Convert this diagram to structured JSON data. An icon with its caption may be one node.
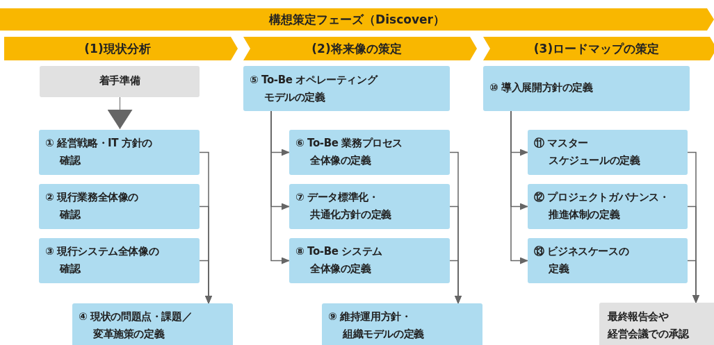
{
  "diagram": {
    "nodes": [
      {
        "text": [
          "構想策定フェーズ（Discover）"
        ]
      },
      {
        "text": [
          "(1)現状分析"
        ]
      },
      {
        "text": [
          "(2)将来像の策定"
        ]
      },
      {
        "text": [
          "(3)ロードマップの策定"
        ]
      },
      {
        "text": [
          "着手準備"
        ]
      },
      {
        "text": [
          "① 経営戦略・IT 方針の確認"
        ]
      },
      {
        "text": [
          "② 現行業務全体像の確認"
        ]
      },
      {
        "text": [
          "③ 現行システム全体像の確認"
        ]
      },
      {
        "text": [
          "④ 現状の問題点・課題／変革施策の定義"
        ]
      },
      {
        "text": [
          "⑤ To-Be オペレーティングモデルの定義"
        ]
      },
      {
        "text": [
          "⑥ To-Be 業務プロセス全体像の定義"
        ]
      },
      {
        "text": [
          "⑦ データ標準化・共通化方針の定義"
        ]
      },
      {
        "text": [
          "⑧ To-Be システム全体像の定義"
        ]
      },
      {
        "text": [
          "⑨ 維持運用方針・組織モデルの定義"
        ]
      },
      {
        "text": [
          "⑩ 導入展開方針の定義"
        ]
      },
      {
        "text": [
          "⑪ マスタースケジュールの定義"
        ]
      },
      {
        "text": [
          "⑫ プロジェクトガバナンス・推進体制の定義"
        ]
      },
      {
        "text": [
          "⑬ ビジネスケースの定義"
        ]
      },
      {
        "text": [
          "最終報告会や経営会議での承認"
        ]
      }
    ],
    "edges": [
      {
        "from": 4,
        "to": 5,
        "arrow": "to"
      },
      {
        "from": 5,
        "to": 8,
        "arrow": "to"
      },
      {
        "from": 6,
        "to": 8,
        "arrow": "to"
      },
      {
        "from": 7,
        "to": 8,
        "arrow": "to"
      },
      {
        "from": 9,
        "to": 10,
        "arrow": "to"
      },
      {
        "from": 9,
        "to": 11,
        "arrow": "to"
      },
      {
        "from": 9,
        "to": 12,
        "arrow": "to"
      },
      {
        "from": 10,
        "to": 13,
        "arrow": "to"
      },
      {
        "from": 11,
        "to": 13,
        "arrow": "to"
      },
      {
        "from": 12,
        "to": 13,
        "arrow": "to"
      },
      {
        "from": 14,
        "to": 15,
        "arrow": "to"
      },
      {
        "from": 14,
        "to": 16,
        "arrow": "to"
      },
      {
        "from": 14,
        "to": 17,
        "arrow": "to"
      },
      {
        "from": 15,
        "to": 18,
        "arrow": "to"
      },
      {
        "from": 16,
        "to": 18,
        "arrow": "to"
      },
      {
        "from": 17,
        "to": 18,
        "arrow": "to"
      }
    ]
  }
}
